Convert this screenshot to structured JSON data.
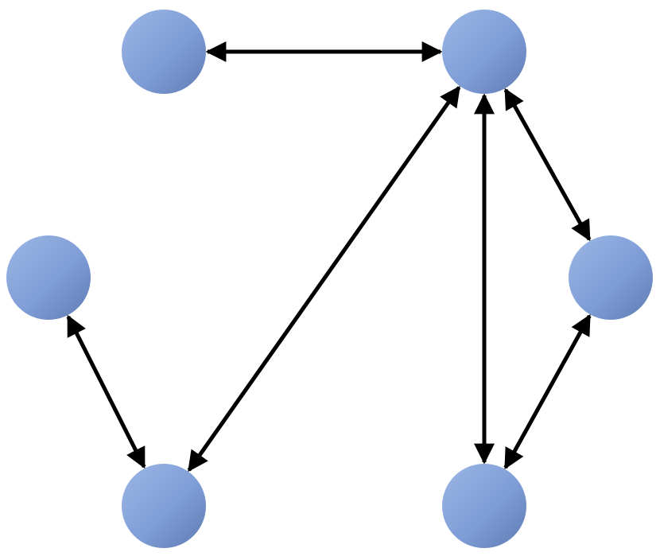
{
  "diagram": {
    "type": "network-graph",
    "directed": "bidirectional",
    "node_count": 6,
    "edge_count": 6,
    "colors": {
      "node_light": "#9CB7E6",
      "node_mid": "#7F9DD6",
      "node_dark": "#5F7BB4",
      "edge": "#000000",
      "background": "#FFFFFF"
    },
    "nodes": [
      {
        "id": "top-left"
      },
      {
        "id": "top-right"
      },
      {
        "id": "middle-left"
      },
      {
        "id": "middle-right"
      },
      {
        "id": "bottom-left"
      },
      {
        "id": "bottom-right"
      }
    ],
    "edges": [
      {
        "from": "top-left",
        "to": "top-right",
        "arrow": "both"
      },
      {
        "from": "top-right",
        "to": "bottom-left",
        "arrow": "both"
      },
      {
        "from": "top-right",
        "to": "bottom-right",
        "arrow": "both"
      },
      {
        "from": "top-right",
        "to": "middle-right",
        "arrow": "both"
      },
      {
        "from": "middle-right",
        "to": "bottom-right",
        "arrow": "both"
      },
      {
        "from": "middle-left",
        "to": "bottom-left",
        "arrow": "both"
      }
    ]
  }
}
